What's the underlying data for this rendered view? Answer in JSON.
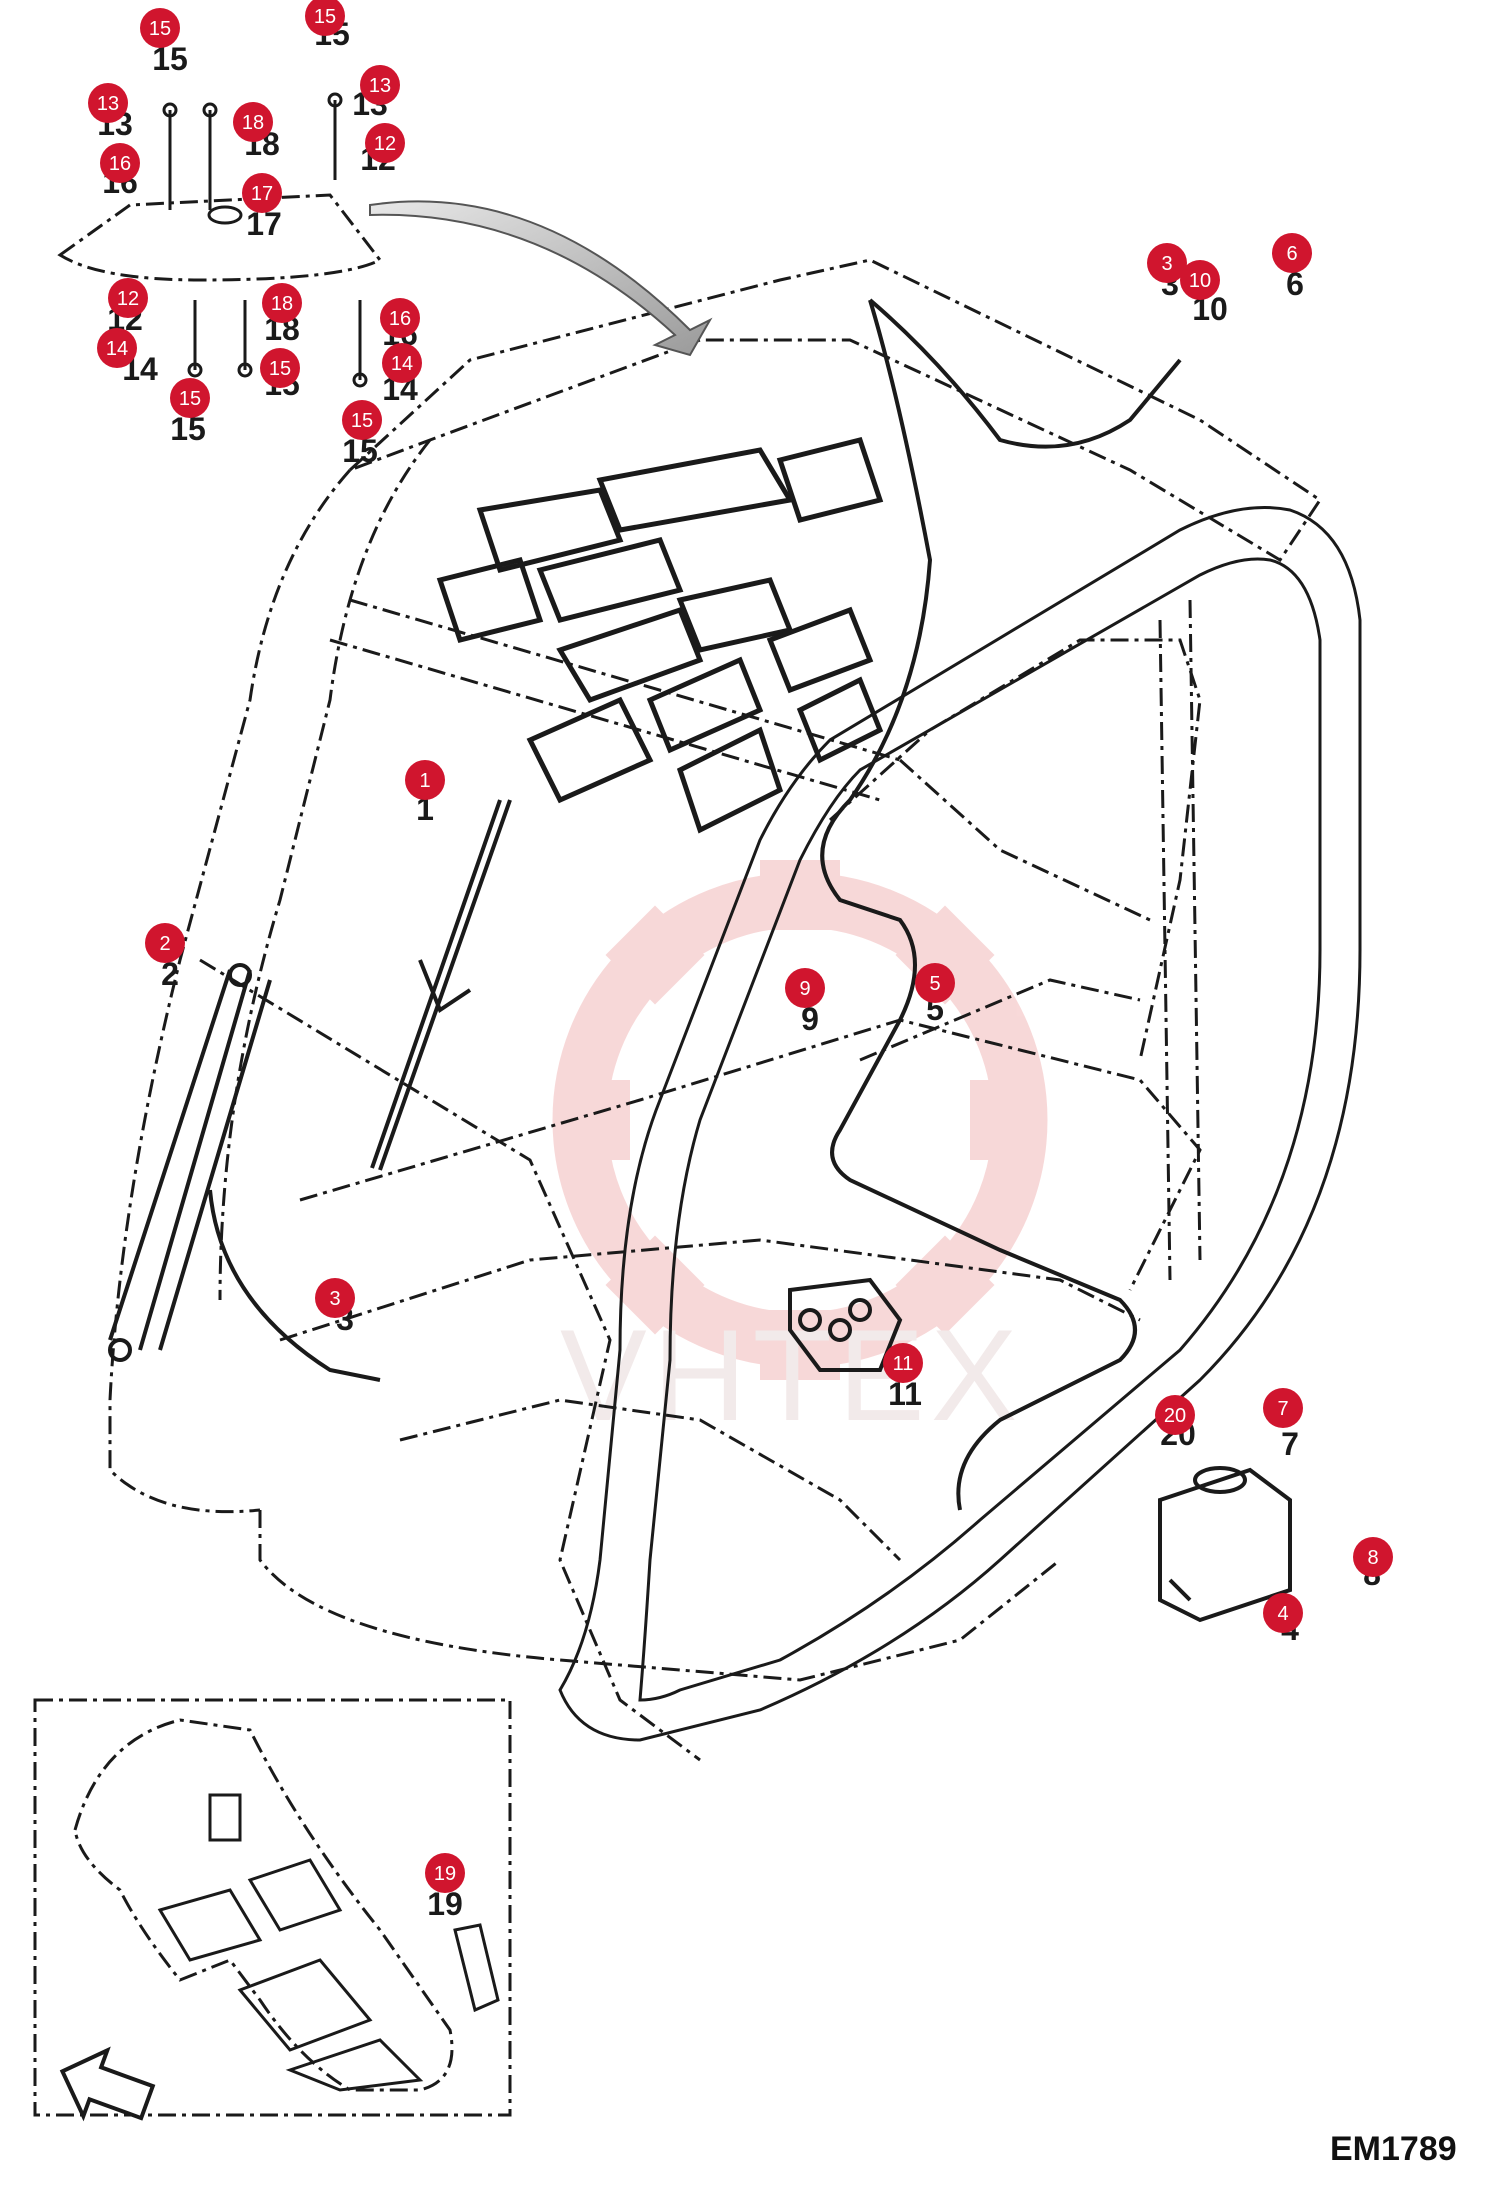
{
  "diagram": {
    "reference_code": "EM1789",
    "watermark_text": "VHTEX",
    "badge_color": "#d0152e",
    "callouts": [
      {
        "label": "15"
      },
      {
        "label": "15"
      },
      {
        "label": "13"
      },
      {
        "label": "13"
      },
      {
        "label": "18"
      },
      {
        "label": "12"
      },
      {
        "label": "16"
      },
      {
        "label": "17"
      },
      {
        "label": "12"
      },
      {
        "label": "18"
      },
      {
        "label": "16"
      },
      {
        "label": "14"
      },
      {
        "label": "15"
      },
      {
        "label": "14"
      },
      {
        "label": "15"
      },
      {
        "label": "15"
      },
      {
        "label": "3"
      },
      {
        "label": "10"
      },
      {
        "label": "6"
      },
      {
        "label": "1"
      },
      {
        "label": "2"
      },
      {
        "label": "9"
      },
      {
        "label": "5"
      },
      {
        "label": "3"
      },
      {
        "label": "11"
      },
      {
        "label": "20"
      },
      {
        "label": "7"
      },
      {
        "label": "8"
      },
      {
        "label": "4"
      },
      {
        "label": "19"
      }
    ]
  }
}
